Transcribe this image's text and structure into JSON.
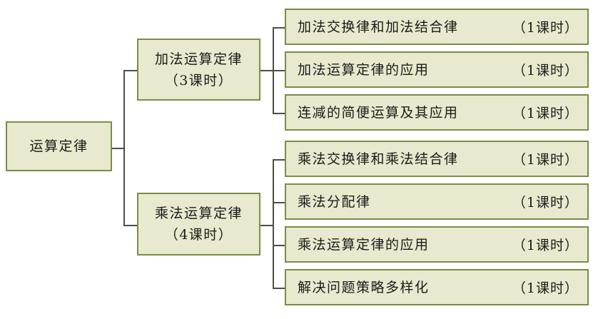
{
  "root": {
    "label": "运算定律"
  },
  "groups": [
    {
      "name": "加法运算定律",
      "hours": "（3课时）",
      "items": [
        {
          "label": "加法交换律和加法结合律",
          "hours": "（1课时）"
        },
        {
          "label": "加法运算定律的应用",
          "hours": "（1课时）"
        },
        {
          "label": "连减的简便运算及其应用",
          "hours": "（1课时）"
        }
      ]
    },
    {
      "name": "乘法运算定律",
      "hours": "（4课时）",
      "items": [
        {
          "label": "乘法交换律和乘法结合律",
          "hours": "（1课时）"
        },
        {
          "label": "乘法分配律",
          "hours": "（1课时）"
        },
        {
          "label": "乘法运算定律的应用",
          "hours": "（1课时）"
        },
        {
          "label": "解决问题策略多样化",
          "hours": "（1课时）"
        }
      ]
    }
  ],
  "colors": {
    "box_fill": "#e9e9cf",
    "box_border": "#7a8c46",
    "connector": "#4d4d4d"
  }
}
